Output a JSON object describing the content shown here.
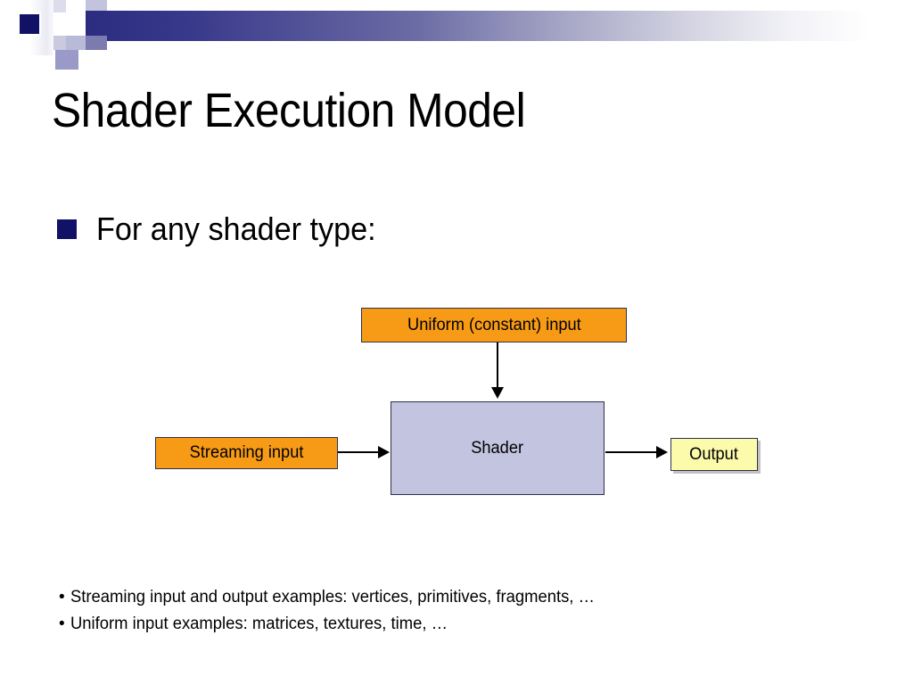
{
  "slide": {
    "title": "Shader Execution Model",
    "lead_bullet": {
      "marker": "square-bullet",
      "text": "For any shader type:"
    }
  },
  "banner": {
    "gradient_from": "#2b2b80",
    "gradient_to": "#ffffff",
    "accent_square_color": "#111166"
  },
  "diagram": {
    "nodes": [
      {
        "id": "uniform-input",
        "label": "Uniform (constant) input",
        "fill": "#f79b17",
        "border": "#30304d"
      },
      {
        "id": "shader",
        "label": "Shader",
        "fill": "#c3c4e0",
        "border": "#30304d"
      },
      {
        "id": "streaming-input",
        "label": "Streaming input",
        "fill": "#f79b17",
        "border": "#30304d"
      },
      {
        "id": "output",
        "label": "Output",
        "fill": "#fbfbab",
        "border": "#30304d"
      }
    ],
    "edges": [
      {
        "id": "uniform-to-shader",
        "from": "uniform-input",
        "to": "shader",
        "direction": "down"
      },
      {
        "id": "streaming-to-shader",
        "from": "streaming-input",
        "to": "shader",
        "direction": "right"
      },
      {
        "id": "shader-to-output",
        "from": "shader",
        "to": "output",
        "direction": "right"
      }
    ]
  },
  "footnotes": [
    {
      "marker": "•",
      "text": "Streaming input and output examples:  vertices, primitives, fragments, …"
    },
    {
      "marker": "•",
      "text": "Uniform input examples:  matrices, textures, time, …"
    }
  ]
}
